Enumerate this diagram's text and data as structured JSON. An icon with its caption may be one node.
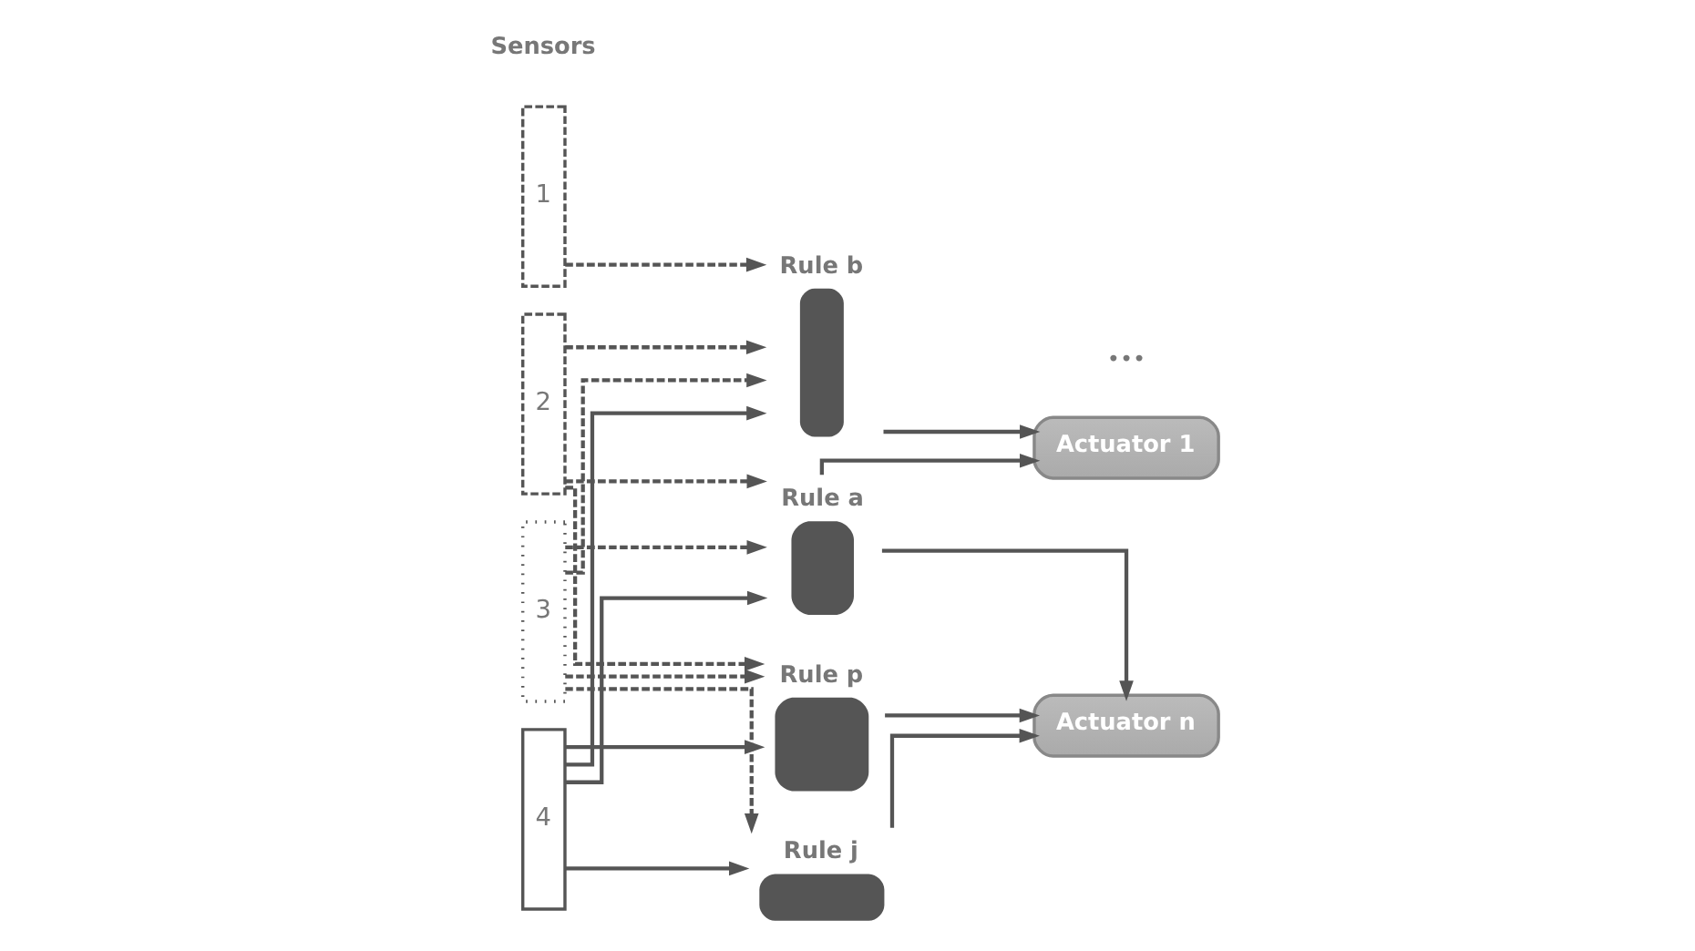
{
  "diagram": {
    "nodes": [
      {
        "text": [
          "1"
        ]
      },
      {
        "text": [
          "2"
        ]
      },
      {
        "text": [
          "3"
        ]
      },
      {
        "text": [
          "4"
        ]
      },
      {
        "text": [
          "Rule a"
        ]
      },
      {
        "text": [
          "Rule b"
        ]
      },
      {
        "text": [
          "Rule j"
        ]
      },
      {
        "text": [
          "Rule p"
        ]
      },
      {
        "text": [
          "Actuator 1"
        ]
      },
      {
        "text": [
          "Actuator n"
        ]
      }
    ],
    "edges": [
      {
        "from": 3,
        "to": 4,
        "arrow": "to"
      },
      {
        "from": 2,
        "to": 4,
        "arrow": "to",
        "style": "dashed"
      },
      {
        "from": 1,
        "to": 4,
        "arrow": "to",
        "style": "dashed"
      },
      {
        "from": 3,
        "to": 5,
        "arrow": "to"
      },
      {
        "from": 2,
        "to": 5,
        "arrow": "to",
        "style": "dashed"
      },
      {
        "from": 1,
        "to": 5,
        "arrow": "to",
        "style": "dashed"
      },
      {
        "from": 0,
        "to": 5,
        "arrow": "to",
        "style": "dashed"
      },
      {
        "from": 3,
        "to": 6,
        "arrow": "to"
      },
      {
        "from": 2,
        "to": 6,
        "arrow": "to",
        "style": "dashed"
      },
      {
        "from": 3,
        "to": 7,
        "arrow": "to"
      },
      {
        "from": 2,
        "to": 7,
        "arrow": "to",
        "style": "dashed"
      },
      {
        "from": 1,
        "to": 7,
        "arrow": "to",
        "style": "dashed"
      },
      {
        "from": 4,
        "to": 8,
        "arrow": "to"
      },
      {
        "from": 4,
        "to": 9,
        "arrow": "to"
      },
      {
        "from": 5,
        "to": 8,
        "arrow": "to"
      },
      {
        "from": 6,
        "to": 9,
        "arrow": "to"
      },
      {
        "from": 7,
        "to": 9,
        "arrow": "to"
      }
    ],
    "labels": [
      "Sensors",
      "•••"
    ]
  }
}
